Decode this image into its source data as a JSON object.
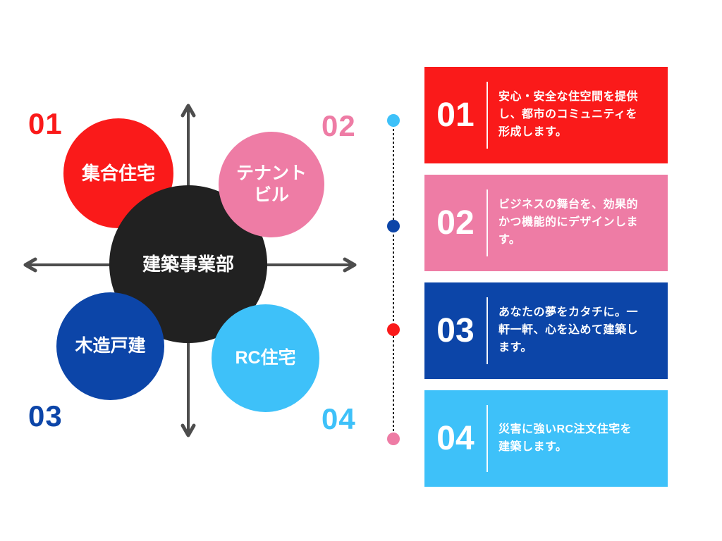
{
  "palette": {
    "red": "#FA1A1A",
    "pink": "#EE7CA5",
    "blue": "#0C45A8",
    "sky": "#3EC1F9",
    "center_black": "#212121",
    "arrow_gray": "#4D4D4D"
  },
  "diagram": {
    "center_label": "建築事業部",
    "items": [
      {
        "num": "01",
        "label": "集合住宅",
        "color": "#FA1A1A",
        "position": "top-left"
      },
      {
        "num": "02",
        "label": "テナント\nビル",
        "color": "#EE7CA5",
        "position": "top-right"
      },
      {
        "num": "03",
        "label": "木造戸建",
        "color": "#0C45A8",
        "position": "bottom-left"
      },
      {
        "num": "04",
        "label": "RC住宅",
        "color": "#3EC1F9",
        "position": "bottom-right"
      }
    ]
  },
  "timeline": {
    "dot_colors": [
      "#3EC1F9",
      "#0C45A8",
      "#FA1A1A",
      "#EE7CA5"
    ]
  },
  "cards": [
    {
      "num": "01",
      "color": "#FA1A1A",
      "text": "安心・安全な住空間を提供し、都市のコミュニティを形成します。"
    },
    {
      "num": "02",
      "color": "#EE7CA5",
      "text": "ビジネスの舞台を、効果的かつ機能的にデザインします。"
    },
    {
      "num": "03",
      "color": "#0C45A8",
      "text": "あなたの夢をカタチに。一軒一軒、心を込めて建築します。"
    },
    {
      "num": "04",
      "color": "#3EC1F9",
      "text": "災害に強いRC注文住宅を建築します。"
    }
  ]
}
